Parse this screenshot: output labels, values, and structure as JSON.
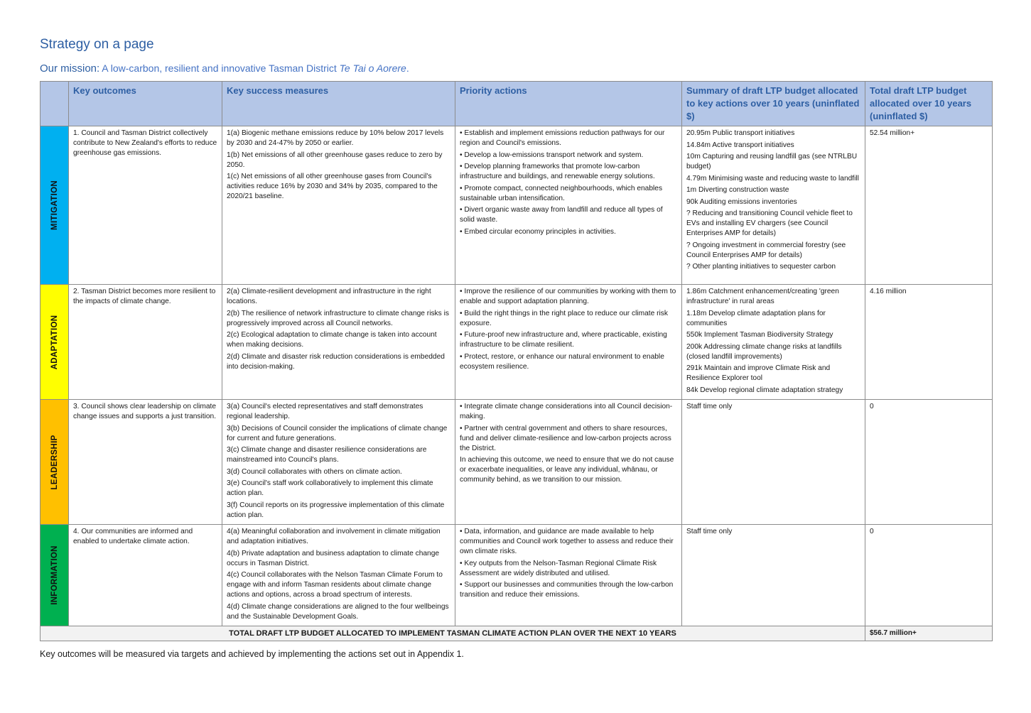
{
  "title": "Strategy on a page",
  "mission": {
    "label": "Our mission:",
    "text": " A low-carbon, resilient and innovative Tasman District ",
    "italic": "Te Tai o Aorere",
    "end": "."
  },
  "headers": {
    "outcomes": "Key outcomes",
    "measures": "Key success measures",
    "actions": "Priority actions",
    "summary": "Summary of draft LTP budget allocated to key actions over 10 years (uninflated $)",
    "total": "Total draft LTP budget allocated over 10 years (uninflated $)"
  },
  "colors": {
    "header_bg": "#b4c6e7",
    "mitigation": "#00b0f0",
    "adaptation": "#ffff00",
    "leadership": "#ffc000",
    "information": "#00b050"
  },
  "rows": [
    {
      "band": "MITIGATION",
      "outcome": "1. Council and Tasman District collectively contribute to New Zealand's efforts to reduce greenhouse gas emissions.",
      "measures": [
        "1(a) Biogenic methane emissions reduce by 10% below 2017 levels by 2030 and 24-47% by 2050 or earlier.",
        "1(b) Net emissions of all other greenhouse gases reduce to zero by 2050.",
        "1(c) Net emissions of all other greenhouse gases from Council's activities reduce 16% by 2030 and 34% by 2035, compared to the 2020/21 baseline."
      ],
      "actions": [
        "Establish and implement emissions reduction pathways for our region and Council's emissions.",
        "Develop a low-emissions transport network and system.",
        "Develop planning frameworks that promote low-carbon infrastructure and buildings, and renewable energy solutions.",
        "Promote compact, connected neighbourhoods, which enables sustainable urban intensification.",
        "Divert organic waste away from landfill and reduce all types of solid waste.",
        "Embed circular economy principles in activities."
      ],
      "summary": [
        "20.95m Public transport initiatives",
        "14.84m Active transport initiatives",
        "10m Capturing and reusing landfill gas (see NTRLBU budget)",
        "4.79m Minimising waste and reducing waste to landfill",
        "1m Diverting construction waste",
        "90k Auditing emissions inventories",
        "? Reducing and transitioning Council vehicle fleet to EVs and installing EV chargers (see Council Enterprises AMP for details)",
        "? Ongoing investment in commercial forestry (see Council Enterprises AMP for details)",
        "? Other planting initiatives to sequester carbon"
      ],
      "total": "52.54 million+"
    },
    {
      "band": "ADAPTATION",
      "outcome": "2. Tasman District becomes more resilient to the impacts of climate change.",
      "measures": [
        "2(a) Climate-resilient development and infrastructure in the right locations.",
        "2(b) The resilience of network infrastructure to climate change risks is progressively improved across all Council networks.",
        "2(c) Ecological adaptation to climate change is taken into account when making decisions.",
        "2(d) Climate and disaster risk reduction considerations is embedded into decision-making."
      ],
      "actions": [
        "Improve the resilience of our communities by working with them to enable and support adaptation planning.",
        "Build the right things in the right place to reduce our climate risk exposure.",
        "Future-proof new infrastructure and, where practicable, existing infrastructure to be climate resilient.",
        "Protect, restore, or enhance our natural environment to enable ecosystem resilience."
      ],
      "summary": [
        "1.86m Catchment enhancement/creating 'green infrastructure' in rural areas",
        "1.18m Develop climate adaptation plans for communities",
        "550k Implement Tasman Biodiversity Strategy",
        "200k Addressing climate change risks at landfills (closed landfill improvements)",
        "291k Maintain and improve Climate Risk and Resilience Explorer tool",
        "84k Develop regional climate adaptation strategy"
      ],
      "total": "4.16 million"
    },
    {
      "band": "LEADERSHIP",
      "outcome": "3. Council shows clear leadership on climate change issues and supports a just transition.",
      "measures": [
        "3(a) Council's elected representatives and staff demonstrates regional leadership.",
        "3(b) Decisions of Council consider the implications of climate change for current and future generations.",
        "3(c) Climate change and disaster resilience considerations are mainstreamed into Council's plans.",
        "3(d) Council collaborates with others on climate action.",
        "3(e) Council's staff work collaboratively to implement this climate action plan.",
        "3(f) Council reports on its progressive implementation of this climate action plan."
      ],
      "actions": [
        "Integrate climate change considerations into all Council decision-making.",
        "Partner with central government and others to share resources, fund and deliver climate-resilience and low-carbon projects across the District."
      ],
      "actions_note": "In achieving this outcome, we need to ensure that we do not cause or exacerbate inequalities, or leave any individual, whānau, or community behind, as we transition to our mission.",
      "summary": [
        "Staff time only"
      ],
      "total": "0"
    },
    {
      "band": "INFORMATION",
      "outcome": "4. Our communities are informed and enabled to undertake climate action.",
      "measures": [
        "4(a) Meaningful collaboration and involvement in climate mitigation and adaptation initiatives.",
        "4(b) Private adaptation and business adaptation to climate change occurs in Tasman District.",
        "4(c) Council collaborates with the Nelson Tasman Climate Forum to engage with and inform Tasman residents about climate change actions and options, across a broad spectrum of interests.",
        "4(d) Climate change considerations are aligned to the four wellbeings and the Sustainable Development Goals."
      ],
      "actions": [
        "Data, information, and guidance are made available to help communities and Council work together to assess and reduce their own climate risks.",
        "Key outputs from the Nelson-Tasman Regional Climate Risk Assessment are widely distributed and utilised.",
        "Support our businesses and communities through the low-carbon transition and reduce their emissions."
      ],
      "summary": [
        "Staff time only"
      ],
      "total": "0"
    }
  ],
  "footer": {
    "label": "TOTAL DRAFT LTP BUDGET ALLOCATED TO IMPLEMENT TASMAN CLIMATE ACTION PLAN OVER THE NEXT 10 YEARS",
    "total": "$56.7 million+"
  },
  "note": "Key outcomes will be measured via targets and achieved by implementing the actions set out in Appendix 1."
}
